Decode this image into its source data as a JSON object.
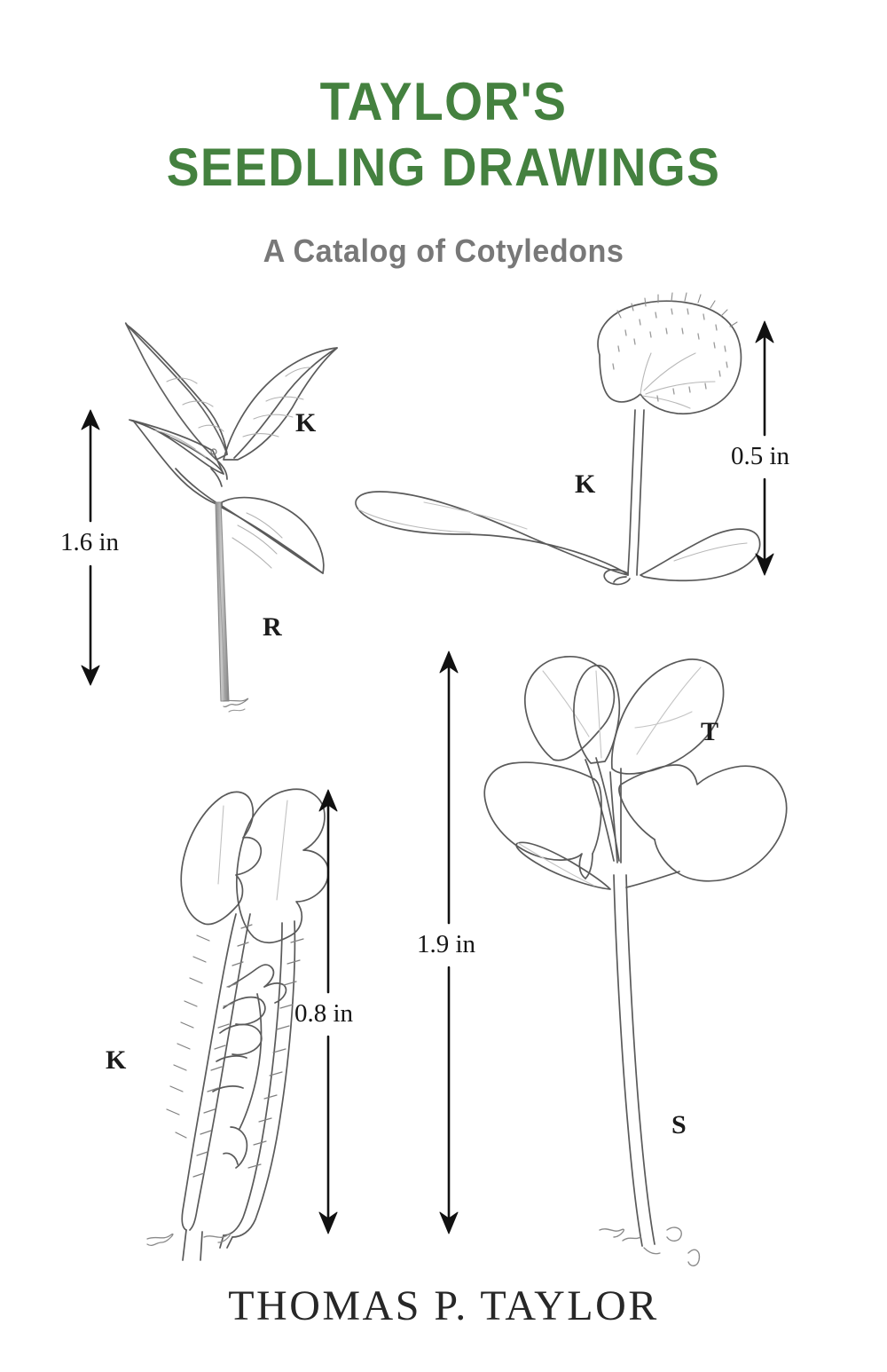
{
  "cover": {
    "background_color": "#ffffff",
    "title_color": "#44813f",
    "subtitle_color": "#787878",
    "author_color": "#272727",
    "ink_color": "#555555"
  },
  "title": {
    "line1": "TAYLOR'S",
    "line2": "SEEDLING DRAWINGS"
  },
  "subtitle": {
    "text": "A Catalog of Cotyledons"
  },
  "author": {
    "name": "THOMAS P. TAYLOR"
  },
  "figures": [
    {
      "id": "figure-1",
      "description": "seedling with four elongate leaves on a thick hypocotyl",
      "dimension": "1.6 in",
      "labels": [
        "K",
        "R"
      ]
    },
    {
      "id": "figure-2",
      "description": "seedling with spreading cotyledons and hairy reniform first leaf",
      "dimension": "0.5 in",
      "labels": [
        "K"
      ]
    },
    {
      "id": "figure-3",
      "description": "narrow hairy seedling with lobed cotyledons",
      "dimension": "0.8 in",
      "labels": [
        "K"
      ]
    },
    {
      "id": "figure-4",
      "description": "seedling with broad lobed leaves on a long stem",
      "dimension": "1.9 in",
      "labels": [
        "T",
        "S"
      ]
    }
  ],
  "dimension_labels": {
    "fig1": "1.6 in",
    "fig2": "0.5 in",
    "fig3": "0.8 in",
    "fig4": "1.9 in"
  },
  "letter_labels": {
    "fig1_k": "K",
    "fig1_r": "R",
    "fig2_k": "K",
    "fig3_k": "K",
    "fig4_t": "T",
    "fig4_s": "S"
  }
}
